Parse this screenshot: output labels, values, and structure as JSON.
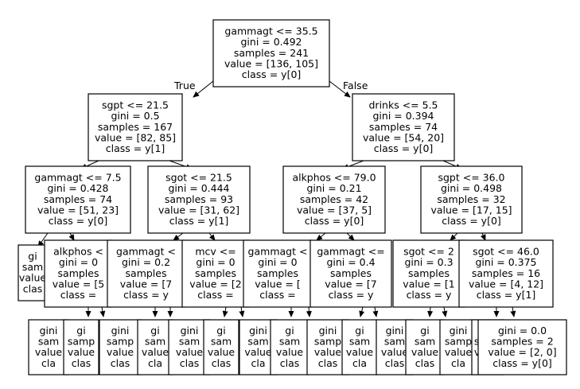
{
  "tree": {
    "edge_labels": {
      "left": "True",
      "right": "False"
    },
    "nodes": [
      {
        "id": "n0",
        "lines": [
          "gammagt <= 35.5",
          "gini = 0.492",
          "samples = 241",
          "value = [136, 105]",
          "class = y[0]"
        ]
      },
      {
        "id": "n1",
        "lines": [
          "sgpt <= 21.5",
          "gini = 0.5",
          "samples = 167",
          "value = [82, 85]",
          "class = y[1]"
        ]
      },
      {
        "id": "n2",
        "lines": [
          "drinks <= 5.5",
          "gini = 0.394",
          "samples = 74",
          "value = [54, 20]",
          "class = y[0]"
        ]
      },
      {
        "id": "n3",
        "lines": [
          "gammagt <= 7.5",
          "gini = 0.428",
          "samples = 74",
          "value = [51, 23]",
          "class = y[0]"
        ]
      },
      {
        "id": "n4",
        "lines": [
          "sgot <= 21.5",
          "gini = 0.444",
          "samples = 93",
          "value = [31, 62]",
          "class = y[1]"
        ]
      },
      {
        "id": "n5",
        "lines": [
          "alkphos <= 79.0",
          "gini = 0.21",
          "samples = 42",
          "value = [37, 5]",
          "class = y[0]"
        ]
      },
      {
        "id": "n6",
        "lines": [
          "sgpt <= 36.0",
          "gini = 0.498",
          "samples = 32",
          "value = [17, 15]",
          "class = y[0]"
        ]
      },
      {
        "id": "n7",
        "lines": [
          "gi",
          "sam",
          "value",
          "clas"
        ]
      },
      {
        "id": "n8",
        "lines": [
          "alkphos <",
          "gini = 0",
          "samples",
          "value = [5",
          "class ="
        ]
      },
      {
        "id": "n9",
        "lines": [
          "gammagt <",
          "gini = 0.2",
          "samples",
          "value = [7",
          "class = y"
        ]
      },
      {
        "id": "n10",
        "lines": [
          "mcv <=",
          "gini = 0",
          "samples",
          "value = [2",
          "class ="
        ]
      },
      {
        "id": "n11",
        "lines": [
          "gammagt <",
          "gini = 0",
          "samples",
          "value = [",
          "class ="
        ]
      },
      {
        "id": "n12",
        "lines": [
          "gammagt <=",
          "gini = 0.4",
          "samples",
          "value = [7",
          "class = y"
        ]
      },
      {
        "id": "n13",
        "lines": [
          "sgot <= 2",
          "gini = 0.3",
          "samples",
          "value = [1",
          "class = y"
        ]
      },
      {
        "id": "n14",
        "lines": [
          "sgot <= 46.0",
          "gini = 0.375",
          "samples = 16",
          "value = [4, 12]",
          "class = y[1]"
        ]
      },
      {
        "id": "n15",
        "lines": [
          "gini",
          "sam",
          "value",
          "cla"
        ]
      },
      {
        "id": "n16",
        "lines": [
          "gi",
          "samp",
          "value",
          "clas"
        ]
      },
      {
        "id": "n17",
        "lines": [
          "gini",
          "samp",
          "value",
          "clas"
        ]
      },
      {
        "id": "n18",
        "lines": [
          "gi",
          "sam",
          "value",
          "cla"
        ]
      },
      {
        "id": "n19",
        "lines": [
          "gini",
          "sam",
          "value",
          "clas"
        ]
      },
      {
        "id": "n20",
        "lines": [
          "gi",
          "sam",
          "value",
          "clas"
        ]
      },
      {
        "id": "n21",
        "lines": [
          "gini",
          "sam",
          "value",
          "cla"
        ]
      },
      {
        "id": "n22",
        "lines": [
          "gi",
          "sam",
          "value",
          "clas"
        ]
      },
      {
        "id": "n23",
        "lines": [
          "gini",
          "samp",
          "value",
          "clas"
        ]
      },
      {
        "id": "n24",
        "lines": [
          "gi",
          "sam",
          "value",
          "cla"
        ]
      },
      {
        "id": "n25",
        "lines": [
          "gini",
          "sam",
          "value",
          "clas"
        ]
      },
      {
        "id": "n26",
        "lines": [
          "gi",
          "sam",
          "value",
          "clas"
        ]
      },
      {
        "id": "n27",
        "lines": [
          "gini",
          "samp",
          "value",
          "cla"
        ]
      },
      {
        "id": "n28",
        "lines": [
          "gi",
          "samp",
          "value",
          "clas"
        ]
      },
      {
        "id": "n29",
        "lines": [
          "gini = 0.0",
          "samples = 2",
          "value = [2, 0]",
          "class = y[0]"
        ]
      }
    ]
  }
}
